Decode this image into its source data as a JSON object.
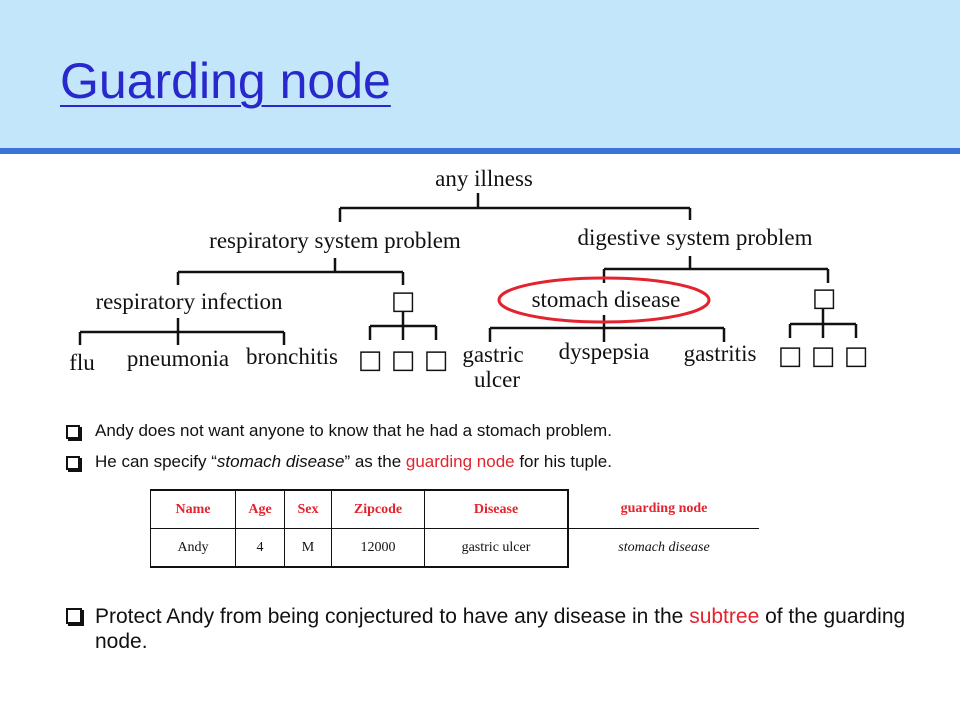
{
  "slide": {
    "title": "Guarding node",
    "bullets": [
      {
        "text": "Andy does not want anyone to know that he had a stomach problem."
      },
      {
        "pre": "He can specify “",
        "em": "stomach disease",
        "mid": "” as the ",
        "red": "guarding node",
        "post": " for his tuple."
      },
      {
        "pre": "Protect Andy from being conjectured to have any disease in the ",
        "red": "subtree",
        "post": " of the guarding node."
      }
    ]
  },
  "tree": {
    "root": "any illness",
    "left_branch": "respiratory system problem",
    "right_branch": "digestive system problem",
    "respiratory_infection": "respiratory infection",
    "stomach_disease": "stomach disease",
    "leaves": {
      "flu": "flu",
      "pneumonia": "pneumonia",
      "bronchitis": "bronchitis",
      "gastric_ulcer_line1": "gastric",
      "gastric_ulcer_line2": "ulcer",
      "dyspepsia": "dyspepsia",
      "gastritis": "gastritis"
    },
    "placeholder": "□",
    "guarding_highlight_color": "#e3232d"
  },
  "table": {
    "headers": [
      "Name",
      "Age",
      "Sex",
      "Zipcode",
      "Disease",
      "guarding node"
    ],
    "row": [
      "Andy",
      "4",
      "M",
      "12000",
      "gastric ulcer",
      "stomach disease"
    ]
  },
  "colors": {
    "header_bg": "#c4e6fa",
    "header_bar": "#3b73d9",
    "title": "#2828cc",
    "emphasis_red": "#e3232d"
  }
}
